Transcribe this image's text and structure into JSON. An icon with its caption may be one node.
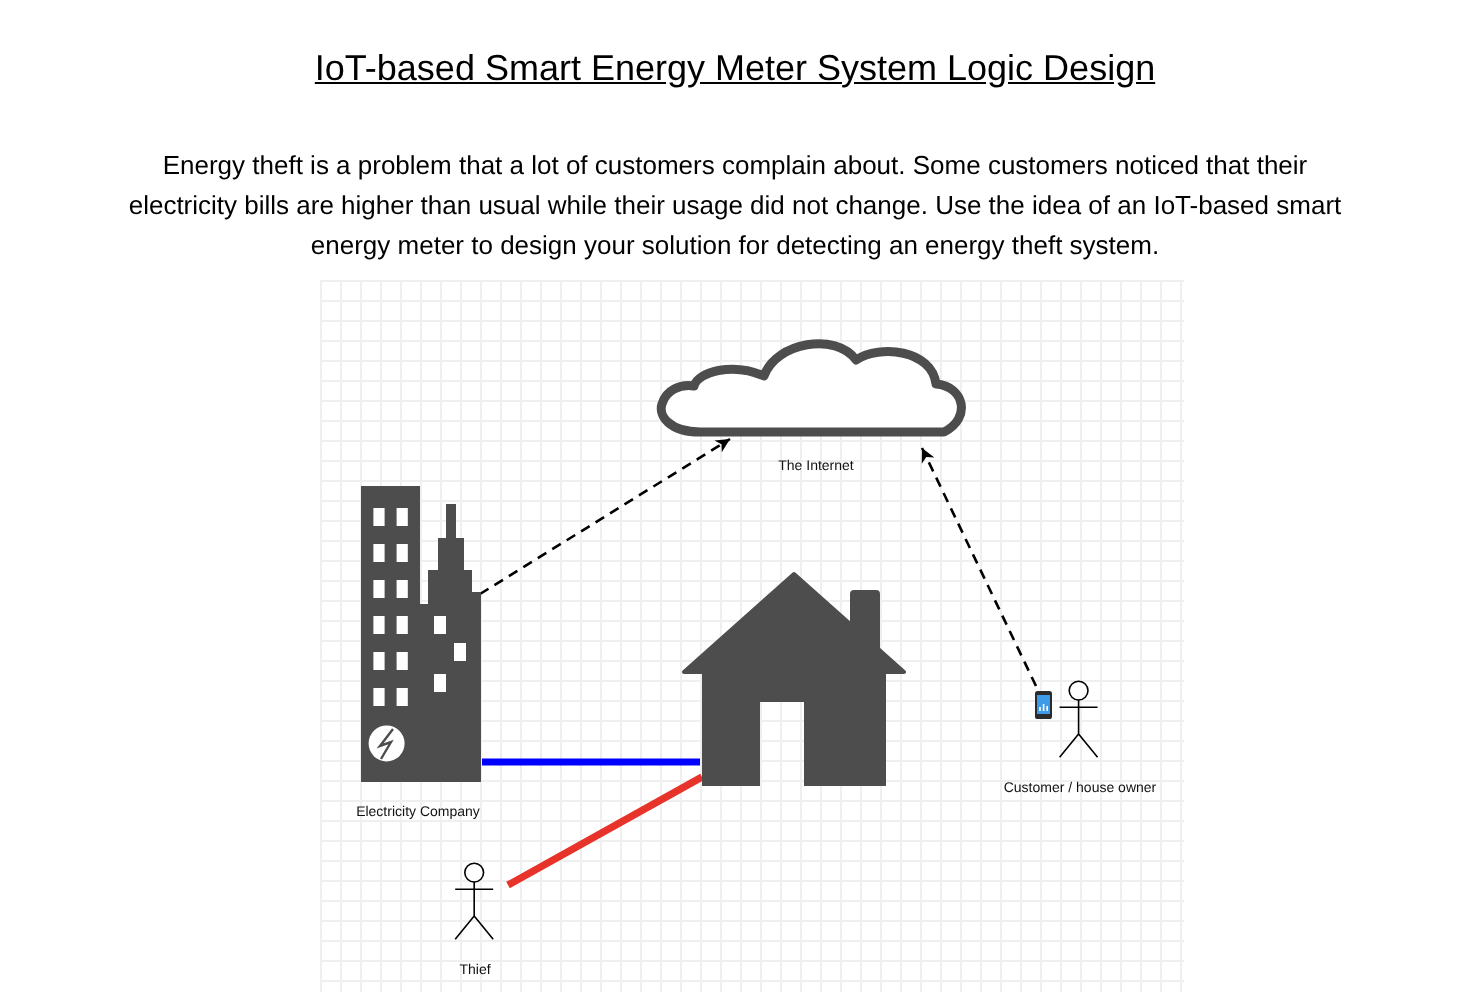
{
  "diagram": {
    "title": "IoT-based Smart Energy Meter System Logic Design",
    "nodes": [
      {
        "text": [
          "The Internet"
        ]
      },
      {
        "text": [
          "Electricity Company"
        ]
      },
      {
        "text": [],
        "shape": "picture"
      },
      {
        "text": [
          "Customer / house owner"
        ]
      },
      {
        "text": [
          "Thief"
        ]
      }
    ],
    "edges": [
      {
        "from": 1,
        "to": 0,
        "arrow": "to",
        "style": "dashed"
      },
      {
        "from": 3,
        "to": 0,
        "arrow": "to",
        "style": "dashed"
      },
      {
        "from": 1,
        "to": 2,
        "arrow": "none",
        "style": "thick",
        "color": "#0000ff"
      },
      {
        "from": 4,
        "to": 2,
        "arrow": "none",
        "style": "thick",
        "color": "#e8332a"
      }
    ],
    "labels": [
      "Energy theft is a problem that a lot of customers complain about. Some customers noticed that their electricity bills are higher than usual while their usage did not change. Use the idea of an IoT-based smart energy meter to design your solution for detecting an energy theft system."
    ]
  }
}
